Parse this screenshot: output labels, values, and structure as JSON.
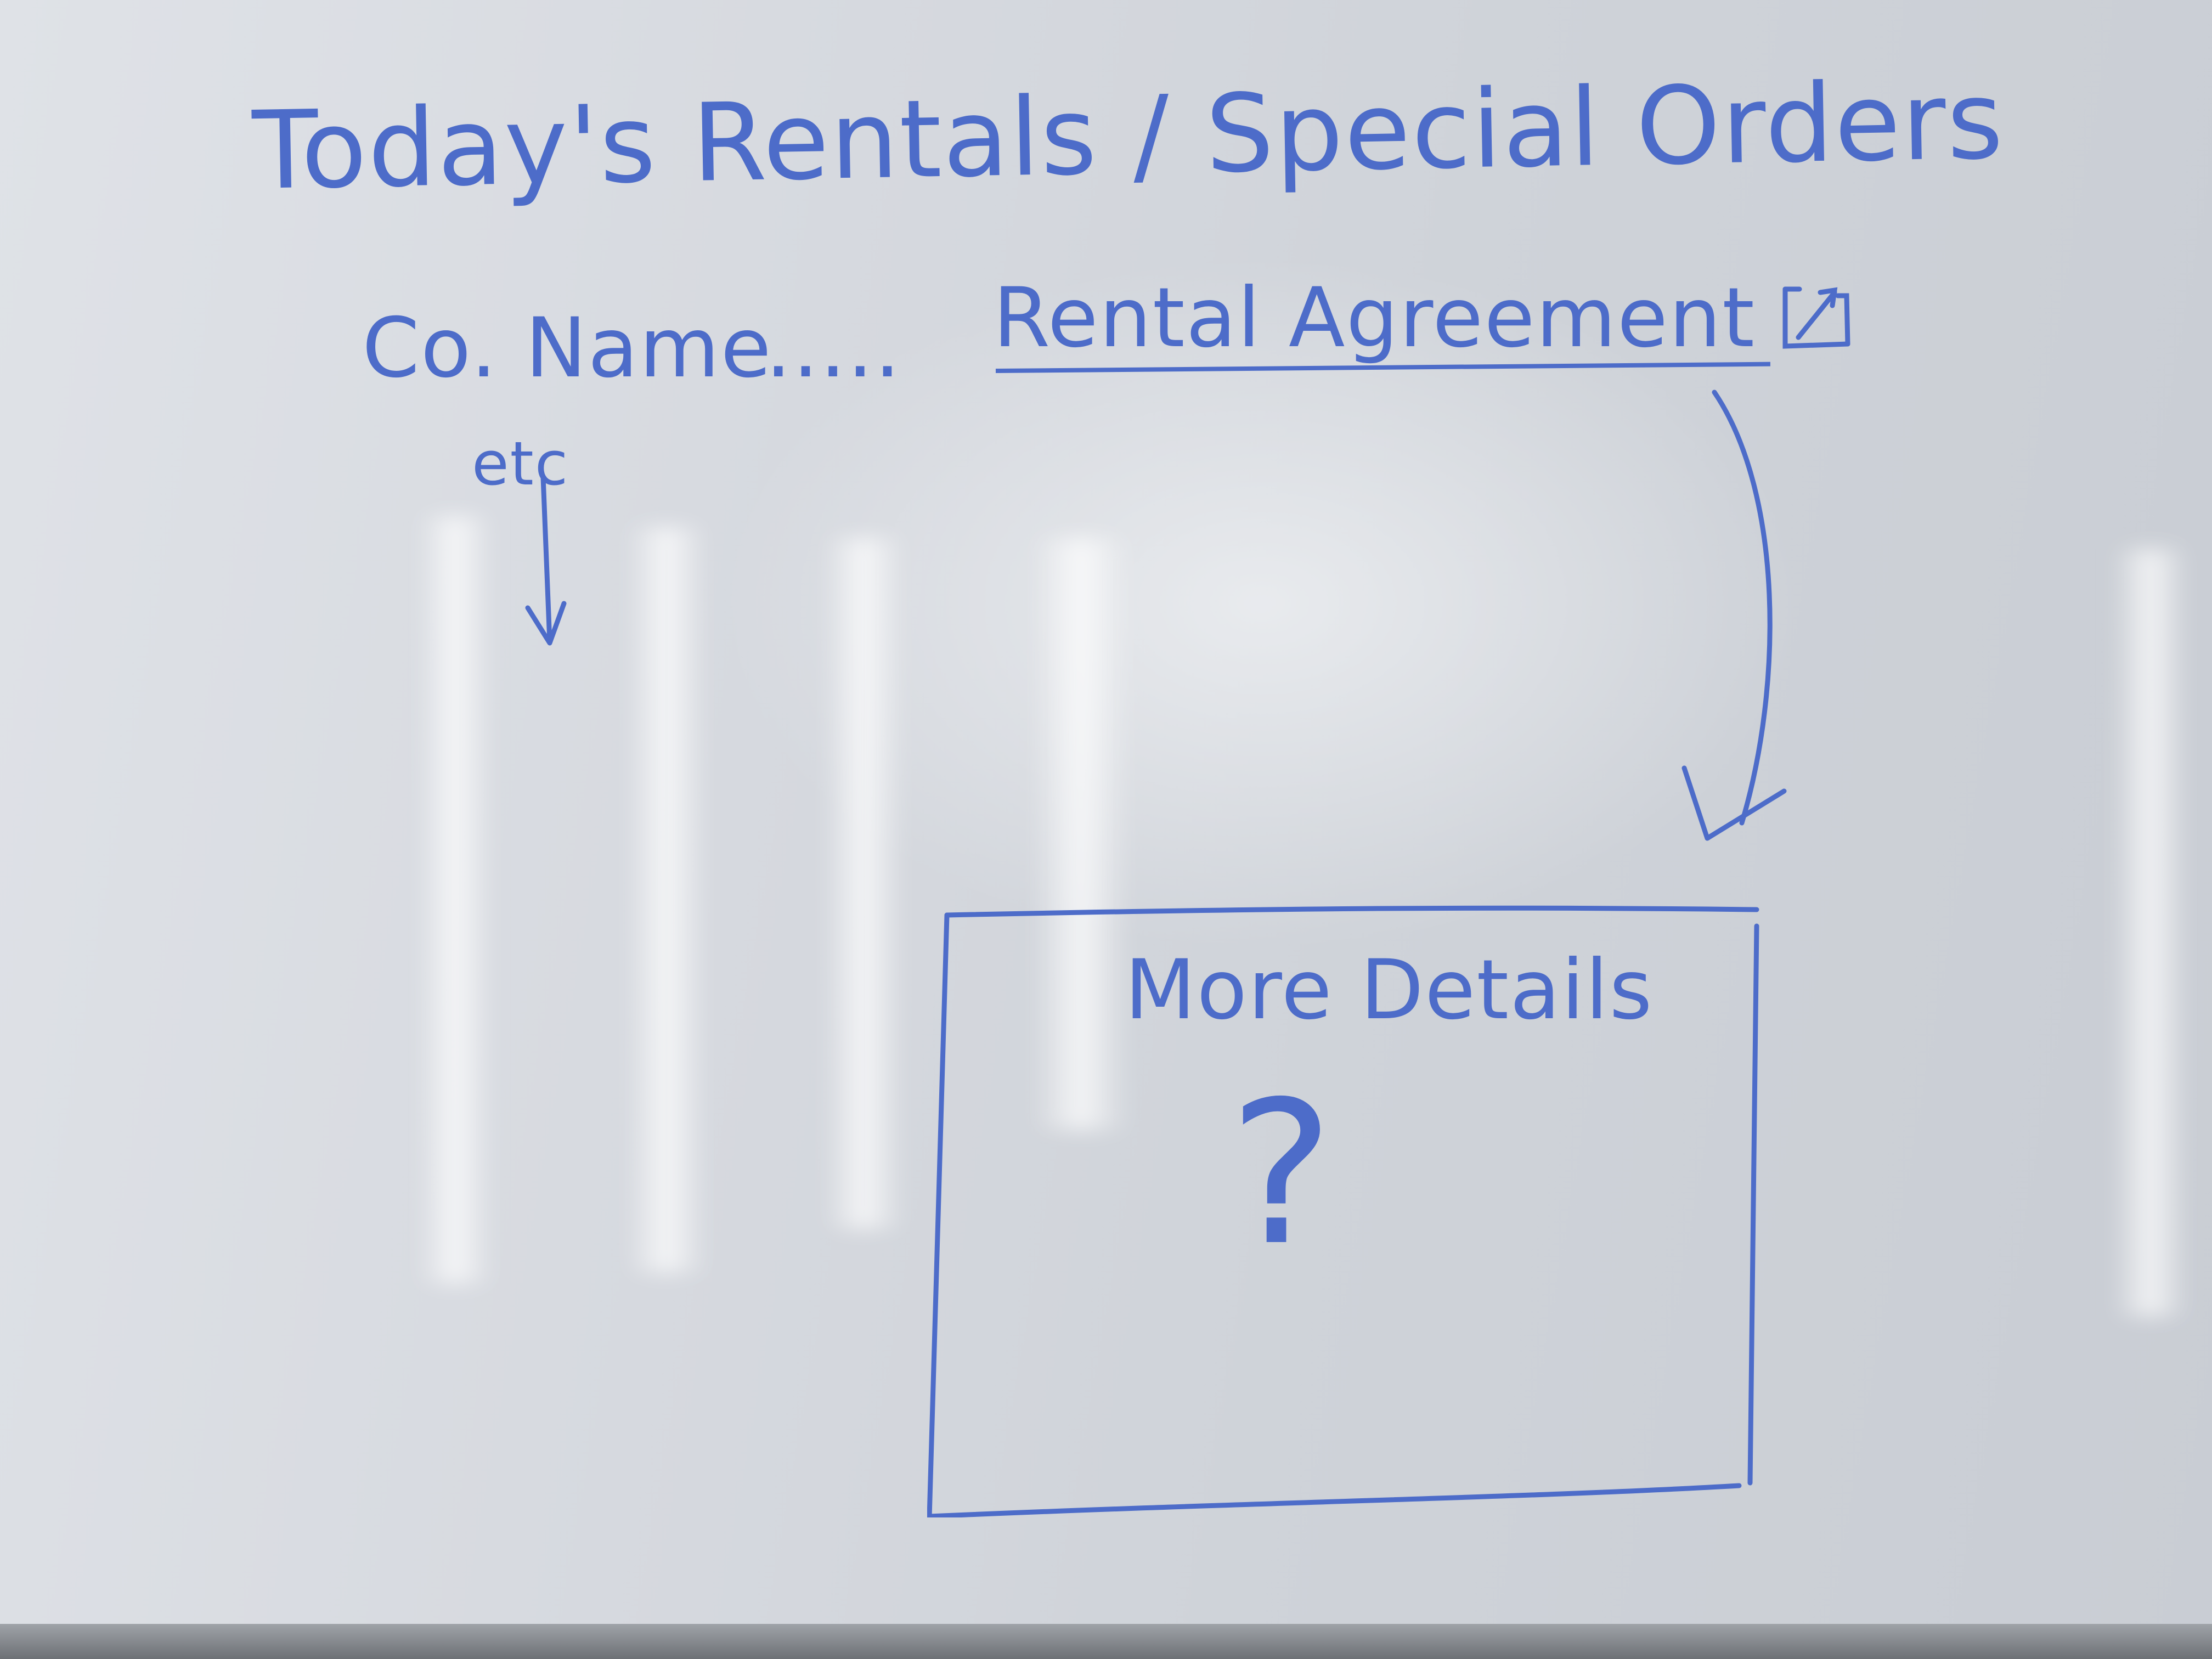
{
  "whiteboard": {
    "title": "Today's Rentals / Special Orders",
    "list_row": {
      "company_name": "Co. Name",
      "leader_dots": ".....",
      "rental_agreement_link": "Rental Agreement",
      "link_icon": "external-link-icon"
    },
    "continuation_note": "etc",
    "details_panel": {
      "heading": "More Details",
      "content": "?"
    },
    "ink_color": "#4d6cc9"
  }
}
